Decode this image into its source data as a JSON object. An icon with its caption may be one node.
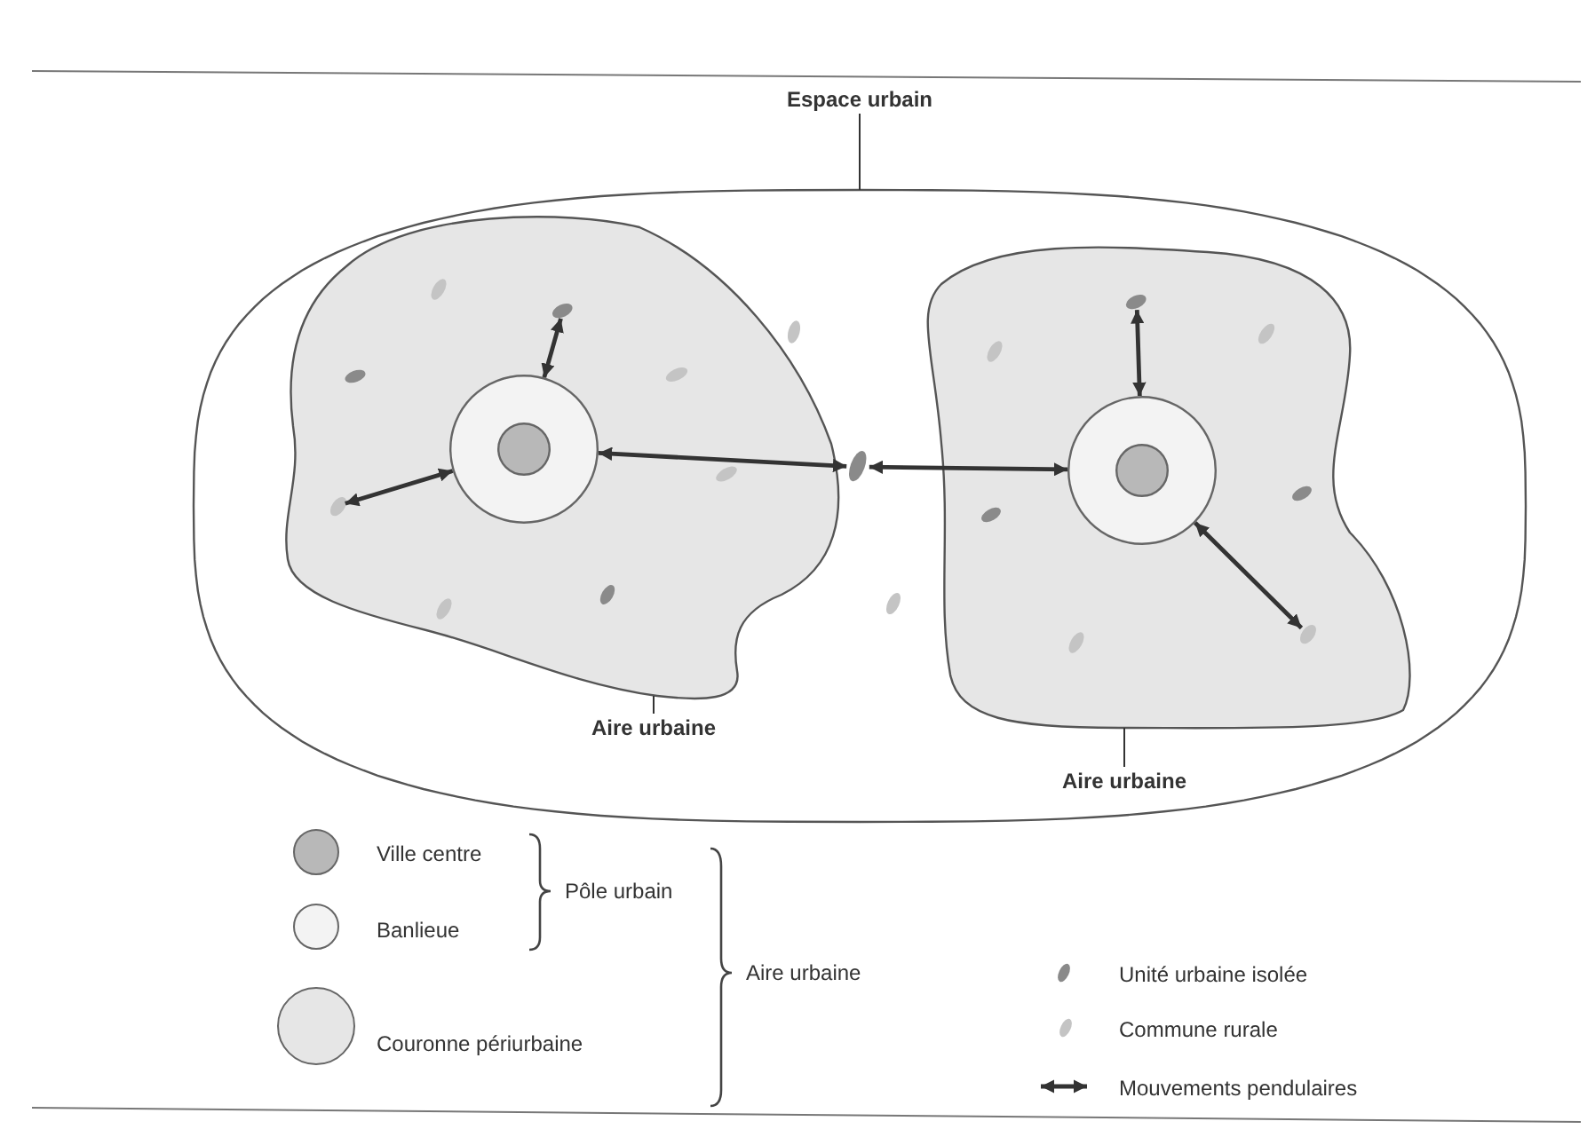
{
  "diagram": {
    "nodes": [
      {
        "text": [
          "Espace urbain"
        ]
      },
      {
        "text": [],
        "shape": "ellipse"
      },
      {
        "text": [],
        "shape": "blob",
        "in": 1
      },
      {
        "text": [],
        "shape": "circle",
        "in": 2
      },
      {
        "text": [],
        "shape": "circle",
        "in": 3
      },
      {
        "text": [],
        "shape": "blob",
        "in": 1
      },
      {
        "text": [],
        "shape": "circle",
        "in": 5
      },
      {
        "text": [],
        "shape": "circle",
        "in": 6
      },
      {
        "text": [
          "Aire urbaine"
        ],
        "in": 1
      },
      {
        "text": [
          "Aire urbaine"
        ],
        "in": 1
      },
      {
        "text": [],
        "shape": "dot",
        "in": 2
      },
      {
        "text": [],
        "shape": "dot",
        "in": 2
      },
      {
        "text": [],
        "shape": "dot",
        "in": 1
      },
      {
        "text": [],
        "shape": "dot",
        "in": 5
      },
      {
        "text": [],
        "shape": "dot",
        "in": 5
      }
    ],
    "edges": [
      {
        "from": 0,
        "to": 1,
        "arrow": "none"
      },
      {
        "from": 8,
        "to": 2,
        "arrow": "none"
      },
      {
        "from": 9,
        "to": 5,
        "arrow": "none"
      },
      {
        "from": 3,
        "to": 10,
        "arrow": "both"
      },
      {
        "from": 3,
        "to": 11,
        "arrow": "both"
      },
      {
        "from": 3,
        "to": 12,
        "arrow": "both"
      },
      {
        "from": 12,
        "to": 6,
        "arrow": "both"
      },
      {
        "from": 6,
        "to": 13,
        "arrow": "both"
      },
      {
        "from": 6,
        "to": 14,
        "arrow": "both"
      }
    ],
    "labels": [
      "Pôle urbain",
      "Aire urbaine"
    ],
    "legend": [
      {
        "text": "Ville centre",
        "color": "#b8b8b8"
      },
      {
        "text": "Banlieue",
        "color": "#f3f3f3"
      },
      {
        "text": "Couronne périurbaine",
        "color": "#e6e6e6"
      },
      {
        "text": "Unité urbaine isolée",
        "color": "#8a8a8a"
      },
      {
        "text": "Commune rurale",
        "color": "#c4c4c4"
      },
      {
        "text": "Mouvements pendulaires"
      }
    ]
  }
}
